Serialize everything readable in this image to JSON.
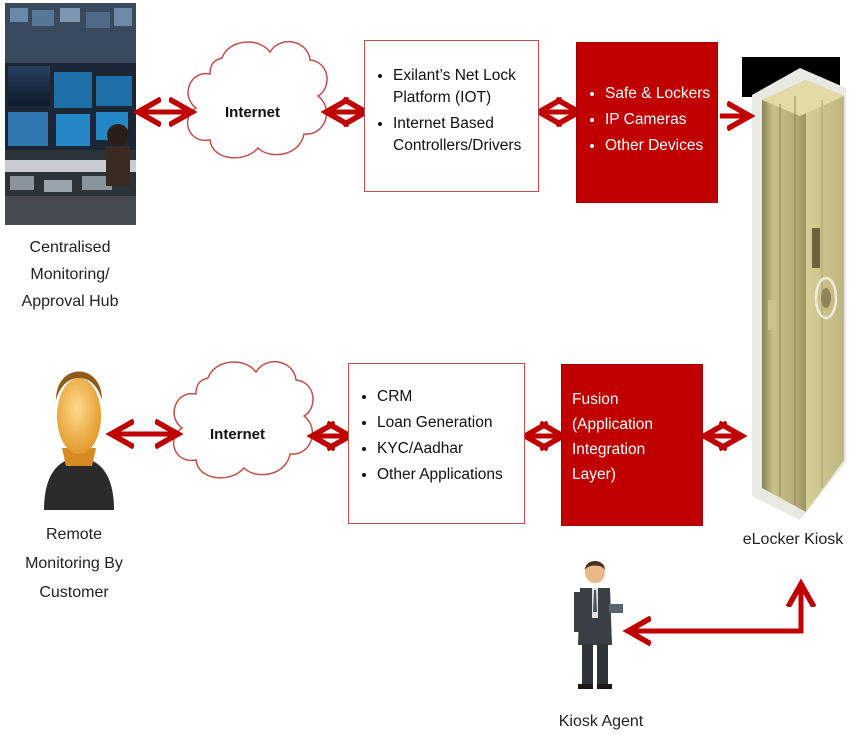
{
  "colors": {
    "arrow": "#c00000",
    "red_box": "#c00000",
    "white_box_border": "#c0504d"
  },
  "nodes": {
    "hub": {
      "label_lines": [
        "Centralised",
        "Monitoring/",
        "Approval Hub"
      ]
    },
    "customer": {
      "label_lines": [
        "Remote",
        "Monitoring By",
        "Customer"
      ]
    },
    "kiosk": {
      "label": "eLocker Kiosk"
    },
    "agent": {
      "label": "Kiosk Agent"
    }
  },
  "clouds": {
    "top": "Internet",
    "bottom": "Internet"
  },
  "boxes": {
    "netlock": {
      "items": [
        [
          "Exilant’s Net Lock",
          "Platform (IOT)"
        ],
        [
          "Internet Based",
          "Controllers/Drivers"
        ]
      ]
    },
    "devices": {
      "items": [
        "Safe & Lockers",
        "IP Cameras",
        "Other Devices"
      ]
    },
    "apps": {
      "items": [
        "CRM",
        "Loan Generation",
        "KYC/Aadhar",
        "Other Applications"
      ]
    },
    "fusion": {
      "lines": [
        "Fusion",
        "(Application",
        "Integration",
        "Layer)"
      ]
    }
  }
}
